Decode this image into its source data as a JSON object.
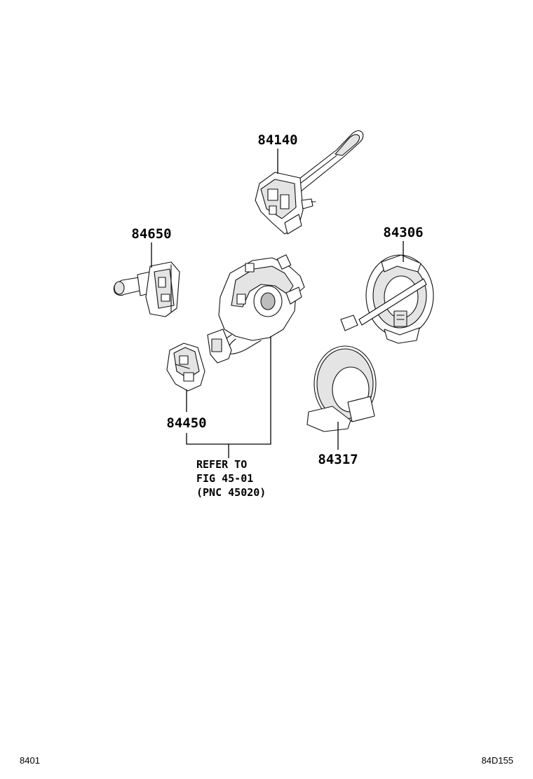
{
  "parts": {
    "p84140": "84140",
    "p84650": "84650",
    "p84306": "84306",
    "p84450": "84450",
    "p84317": "84317"
  },
  "reference": {
    "line1": "REFER TO",
    "line2": "FIG 45-01",
    "line3": "(PNC 45020)"
  },
  "footer": {
    "left_code": "8401",
    "right_code": "84D155"
  }
}
